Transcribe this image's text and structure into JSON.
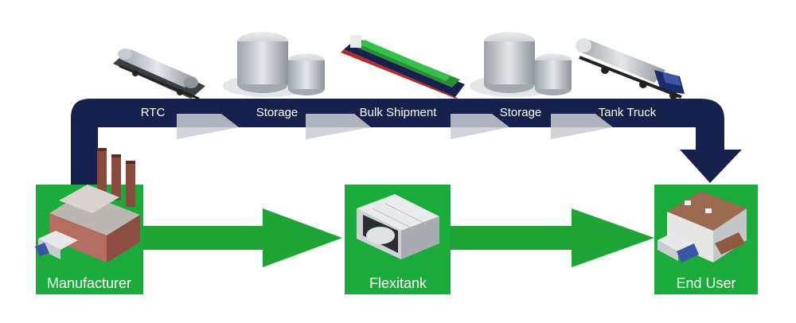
{
  "top_route": {
    "stages": [
      {
        "label": "RTC",
        "icon": "rail-tank-car-icon"
      },
      {
        "label": "Storage",
        "icon": "storage-tanks-icon"
      },
      {
        "label": "Bulk Shipment",
        "icon": "bulk-ship-icon"
      },
      {
        "label": "Storage",
        "icon": "storage-tanks-icon"
      },
      {
        "label": "Tank Truck",
        "icon": "tank-truck-icon"
      }
    ]
  },
  "nodes": {
    "manufacturer": {
      "label": "Manufacturer",
      "icon": "factory-icon"
    },
    "flexitank": {
      "label": "Flexitank",
      "icon": "flexitank-container-icon"
    },
    "end_user": {
      "label": "End User",
      "icon": "warehouse-icon"
    }
  },
  "colors": {
    "navy": "#16224d",
    "green": "#1fa535",
    "node_box": "#1aab3a",
    "chevron": "#c9ccd3"
  }
}
